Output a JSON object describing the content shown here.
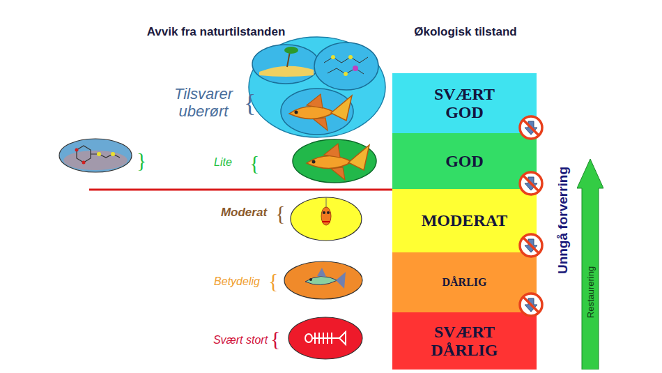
{
  "diagram": {
    "nodes": [
      {
        "text": [
          "SVÆRT GOD"
        ]
      },
      {
        "text": [
          "GOD"
        ]
      },
      {
        "text": [
          "MODERAT"
        ]
      },
      {
        "text": [
          "DÅRLIG"
        ]
      },
      {
        "text": [
          "SVÆRT DÅRLIG"
        ]
      },
      {
        "text": [
          "Restaurering"
        ]
      }
    ],
    "labels": [
      "Avvik fra naturtilstanden",
      "Økologisk tilstand",
      "Tilsvarer uberørt",
      "Lite",
      "Moderat",
      "Betydelig",
      "Svært stort",
      "Unngå forverring"
    ]
  }
}
